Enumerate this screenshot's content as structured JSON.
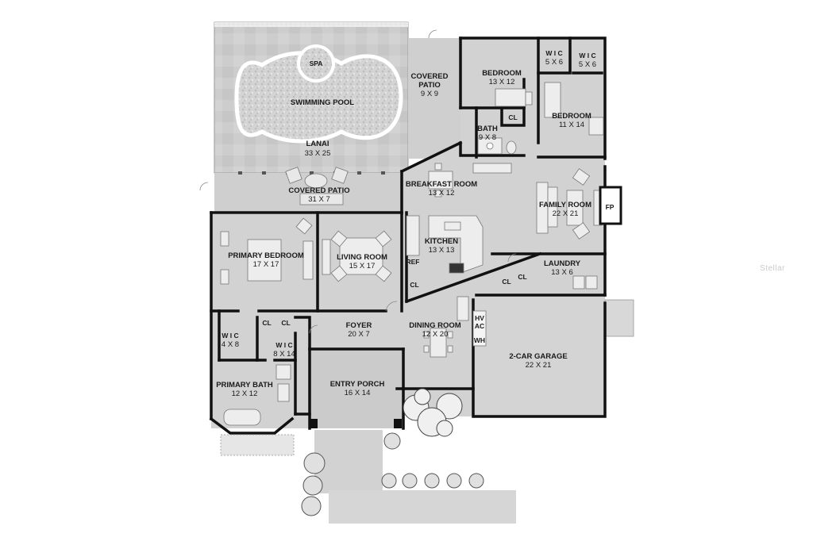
{
  "rooms": {
    "spa": {
      "label": "SPA"
    },
    "pool": {
      "label": "SWIMMING POOL"
    },
    "lanai": {
      "label": "LANAI",
      "dim": "33 X 25"
    },
    "covered_patio_top": {
      "label1": "COVERED",
      "label2": "PATIO",
      "dim": "9 X 9"
    },
    "covered_patio_bottom": {
      "label": "COVERED PATIO",
      "dim": "31 X 7"
    },
    "bedroom_1": {
      "label": "BEDROOM",
      "dim": "13 X 12"
    },
    "wic_1": {
      "label": "W I C",
      "dim": "5 X 6"
    },
    "wic_2": {
      "label": "W I C",
      "dim": "5 X 6"
    },
    "bedroom_2": {
      "label": "BEDROOM",
      "dim": "11 X 14"
    },
    "bath": {
      "label": "BATH",
      "dim": "9 X 8"
    },
    "breakfast": {
      "label": "BREAKFAST ROOM",
      "dim": "13 X 12"
    },
    "family": {
      "label": "FAMILY ROOM",
      "dim": "22 X 21"
    },
    "fireplace": {
      "label": "FP"
    },
    "kitchen": {
      "label": "KITCHEN",
      "dim": "13 X 13"
    },
    "primary_bedroom": {
      "label": "PRIMARY BEDROOM",
      "dim": "17 X 17"
    },
    "living": {
      "label": "LIVING ROOM",
      "dim": "15 X 17"
    },
    "laundry": {
      "label": "LAUNDRY",
      "dim": "13 X 6"
    },
    "foyer": {
      "label": "FOYER",
      "dim": "20 X 7"
    },
    "dining": {
      "label": "DINING ROOM",
      "dim": "12 X 20"
    },
    "garage": {
      "label": "2-CAR GARAGE",
      "dim": "22 X 21"
    },
    "wic_primary_a": {
      "label": "W I C",
      "dim": "4 X 8"
    },
    "wic_primary_b": {
      "label": "W I C",
      "dim": "8 X 14"
    },
    "primary_bath": {
      "label": "PRIMARY BATH",
      "dim": "12 X 12"
    },
    "entry_porch": {
      "label": "ENTRY PORCH",
      "dim": "16 X 14"
    }
  },
  "closets": {
    "bath_cl": "CL",
    "foyer_cl_1": "CL",
    "foyer_cl_2": "CL",
    "kitchen_cl": "CL",
    "laundry_cl_1": "CL",
    "laundry_cl_2": "CL"
  },
  "fixtures": {
    "ref": "REF",
    "hvac_1": "HV",
    "hvac_2": "AC",
    "water_heater": "WH"
  },
  "watermark": "Stellar"
}
